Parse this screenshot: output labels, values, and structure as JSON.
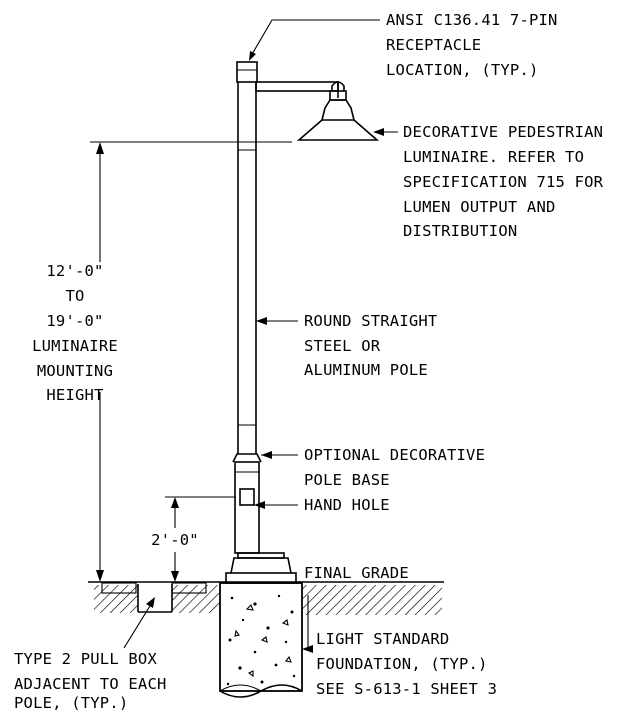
{
  "callouts": {
    "receptacle": [
      "ANSI C136.41 7-PIN",
      "RECEPTACLE",
      "LOCATION, (TYP.)"
    ],
    "luminaire": [
      "DECORATIVE PEDESTRIAN",
      "LUMINAIRE. REFER TO",
      "SPECIFICATION 715 FOR",
      "LUMEN OUTPUT AND",
      "DISTRIBUTION"
    ],
    "pole": [
      "ROUND STRAIGHT",
      "STEEL OR",
      "ALUMINUM POLE"
    ],
    "base": [
      "OPTIONAL DECORATIVE",
      "POLE BASE"
    ],
    "hand_hole": [
      "HAND HOLE"
    ],
    "grade": [
      "FINAL GRADE"
    ],
    "foundation": [
      "LIGHT STANDARD",
      "FOUNDATION, (TYP.)",
      "SEE S-613-1 SHEET 3"
    ],
    "pull_box": [
      "TYPE 2 PULL BOX",
      "ADJACENT TO EACH",
      "POLE, (TYP.)"
    ]
  },
  "dimensions": {
    "mounting_height": [
      "12'-0\"",
      "TO",
      "19'-0\"",
      "LUMINAIRE",
      "MOUNTING",
      "HEIGHT"
    ],
    "hand_hole_height": [
      "2'-0\""
    ]
  }
}
